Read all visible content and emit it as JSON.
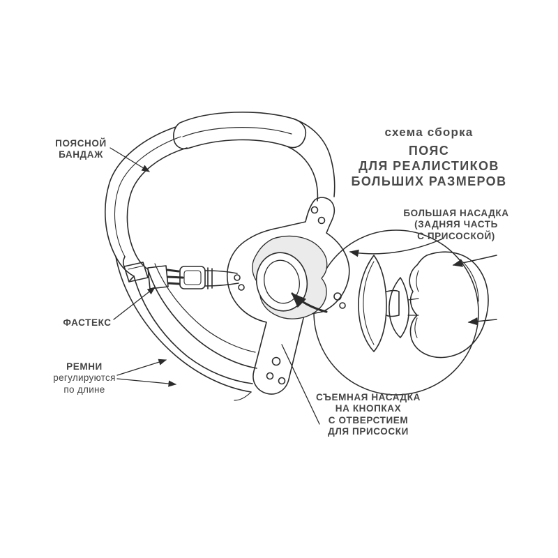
{
  "page": {
    "background": "#ffffff",
    "line_color": "#2b2b2b",
    "text_color": "#454545",
    "pad_fill": "#ebebeb"
  },
  "title": {
    "line1": "схема сборка",
    "line2": "ПОЯС",
    "line3": "ДЛЯ РЕАЛИСТИКОВ",
    "line4": "БОЛЬШИХ РАЗМЕРОВ"
  },
  "labels": {
    "waist_band": {
      "line1": "ПОЯСНОЙ",
      "line2": "БАНДАЖ"
    },
    "fastex": {
      "line1": "ФАСТЕКС"
    },
    "straps": {
      "line1": "РЕМНИ",
      "line2": "регулируются",
      "line3": "по длине"
    },
    "big_attachment": {
      "line1": "БОЛЬШАЯ НАСАДКА",
      "line2": "(ЗАДНЯЯ ЧАСТЬ",
      "line3": "С ПРИСОСКОЙ)"
    },
    "removable_attachment": {
      "line1": "СЪЕМНАЯ НАСАДКА",
      "line2": "НА КНОПКАХ",
      "line3": "С ОТВЕРСТИЕМ",
      "line4": "ДЛЯ ПРИСОСКИ"
    }
  }
}
